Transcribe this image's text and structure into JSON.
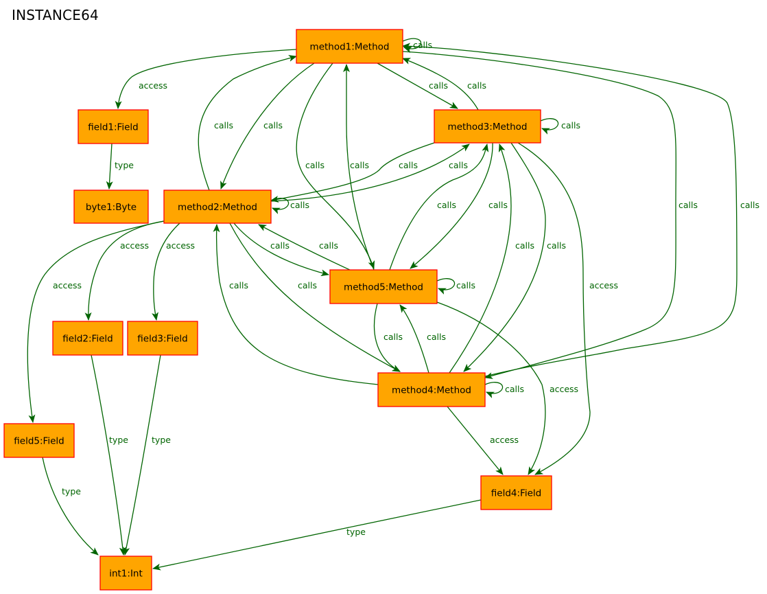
{
  "title": "INSTANCE64",
  "colors": {
    "node_fill": "#FFA500",
    "node_border": "#FF0000",
    "edge": "#006400"
  },
  "nodes": {
    "method1": "method1:Method",
    "method2": "method2:Method",
    "method3": "method3:Method",
    "method4": "method4:Method",
    "method5": "method5:Method",
    "field1": "field1:Field",
    "field2": "field2:Field",
    "field3": "field3:Field",
    "field4": "field4:Field",
    "field5": "field5:Field",
    "byte1": "byte1:Byte",
    "int1": "int1:Int"
  },
  "edges": [
    {
      "from": "method1",
      "to": "method1",
      "label": "calls"
    },
    {
      "from": "method1",
      "to": "field1",
      "label": "access"
    },
    {
      "from": "method1",
      "to": "method2",
      "label": "calls"
    },
    {
      "from": "method1",
      "to": "method3",
      "label": "calls"
    },
    {
      "from": "method1",
      "to": "method5",
      "label": "calls"
    },
    {
      "from": "method1",
      "to": "method4",
      "label": "calls"
    },
    {
      "from": "method2",
      "to": "method1",
      "label": "calls"
    },
    {
      "from": "method2",
      "to": "method2",
      "label": "calls"
    },
    {
      "from": "method2",
      "to": "method3",
      "label": "calls"
    },
    {
      "from": "method2",
      "to": "method5",
      "label": "calls"
    },
    {
      "from": "method2",
      "to": "method4",
      "label": "calls"
    },
    {
      "from": "method2",
      "to": "field2",
      "label": "access"
    },
    {
      "from": "method2",
      "to": "field3",
      "label": "access"
    },
    {
      "from": "method2",
      "to": "field5",
      "label": "access"
    },
    {
      "from": "method3",
      "to": "method1",
      "label": "calls"
    },
    {
      "from": "method3",
      "to": "method3",
      "label": "calls"
    },
    {
      "from": "method3",
      "to": "method2",
      "label": "calls"
    },
    {
      "from": "method3",
      "to": "method5",
      "label": "calls"
    },
    {
      "from": "method3",
      "to": "method4",
      "label": "calls"
    },
    {
      "from": "method3",
      "to": "field4",
      "label": "access"
    },
    {
      "from": "method4",
      "to": "method1",
      "label": "calls"
    },
    {
      "from": "method4",
      "to": "method2",
      "label": "calls"
    },
    {
      "from": "method4",
      "to": "method3",
      "label": "calls"
    },
    {
      "from": "method4",
      "to": "method4",
      "label": "calls"
    },
    {
      "from": "method4",
      "to": "method5",
      "label": "calls"
    },
    {
      "from": "method4",
      "to": "field4",
      "label": "access"
    },
    {
      "from": "method5",
      "to": "method1",
      "label": "calls"
    },
    {
      "from": "method5",
      "to": "method2",
      "label": "calls"
    },
    {
      "from": "method5",
      "to": "method3",
      "label": "calls"
    },
    {
      "from": "method5",
      "to": "method5",
      "label": "calls"
    },
    {
      "from": "method5",
      "to": "method4",
      "label": "calls"
    },
    {
      "from": "method5",
      "to": "field4",
      "label": "access"
    },
    {
      "from": "field1",
      "to": "byte1",
      "label": "type"
    },
    {
      "from": "field2",
      "to": "int1",
      "label": "type"
    },
    {
      "from": "field3",
      "to": "int1",
      "label": "type"
    },
    {
      "from": "field4",
      "to": "int1",
      "label": "type"
    },
    {
      "from": "field5",
      "to": "int1",
      "label": "type"
    }
  ]
}
